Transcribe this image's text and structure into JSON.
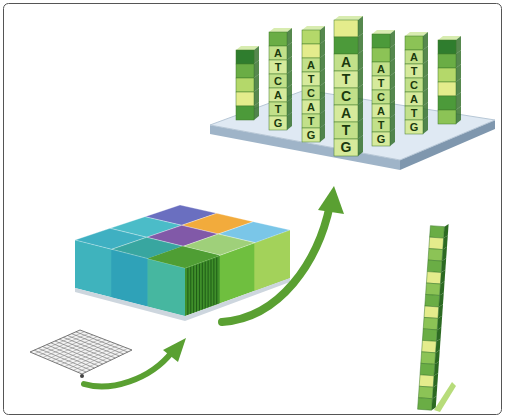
{
  "diagram": {
    "labels": [
      "A",
      "T",
      "C",
      "A",
      "T",
      "G",
      "A",
      "T",
      "C",
      "A",
      "T",
      "G",
      "A",
      "T",
      "C",
      "A",
      "T",
      "G",
      "A",
      "T",
      "C",
      "A",
      "T",
      "G",
      "A",
      "T",
      "C",
      "A",
      "T",
      "G"
    ]
  }
}
